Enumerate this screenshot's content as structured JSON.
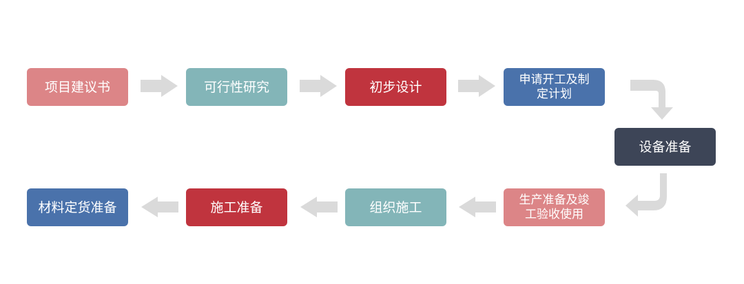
{
  "colors": {
    "pink": "#dc8587",
    "teal": "#83b5b8",
    "red": "#c0343e",
    "blue": "#4a72ab",
    "navy": "#3d4557",
    "arrow": "#dadada"
  },
  "steps": [
    {
      "label": "项目建议书",
      "color": "pink"
    },
    {
      "label": "可行性研究",
      "color": "teal"
    },
    {
      "label": "初步设计",
      "color": "red"
    },
    {
      "label": "申请开工及制\n定计划",
      "color": "blue"
    },
    {
      "label": "设备准备",
      "color": "navy"
    },
    {
      "label": "生产准备及竣\n工验收使用",
      "color": "pink"
    },
    {
      "label": "组织施工",
      "color": "teal"
    },
    {
      "label": "施工准备",
      "color": "red"
    },
    {
      "label": "材料定货准备",
      "color": "blue"
    }
  ]
}
